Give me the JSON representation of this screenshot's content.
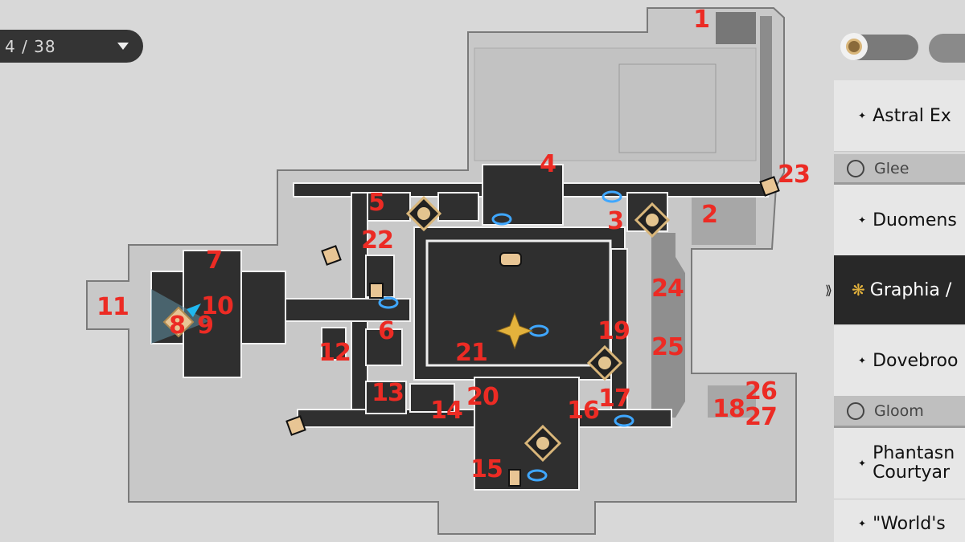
{
  "counter": {
    "text": "4 / 38",
    "dropdown_icon": "triangle-down-icon"
  },
  "map": {
    "labels": [
      "1",
      "2",
      "3",
      "4",
      "5",
      "6",
      "7",
      "8",
      "9",
      "10",
      "11",
      "12",
      "13",
      "14",
      "15",
      "16",
      "17",
      "18",
      "19",
      "20",
      "21",
      "22",
      "23",
      "24",
      "25",
      "26",
      "27"
    ],
    "label_color": "#ec2b24",
    "icons": [
      "raccoon-diamond-icon",
      "puzzle-piece-icon",
      "teleport-anchor-icon",
      "golden-star-icon",
      "player-marker-icon",
      "door-icon",
      "controller-icon"
    ]
  },
  "sidebar": {
    "items": [
      {
        "label": "Astral Ex"
      },
      {
        "label": "Duomens"
      },
      {
        "label": "Graphia /"
      },
      {
        "label": "Dovebroo"
      },
      {
        "label": "Phantasn Courtyar"
      },
      {
        "label": "\"World's"
      }
    ],
    "headers": [
      {
        "label": "Glee"
      },
      {
        "label": "Gloom"
      }
    ],
    "selected": "Graphia /",
    "accent": "#e3b23c"
  }
}
